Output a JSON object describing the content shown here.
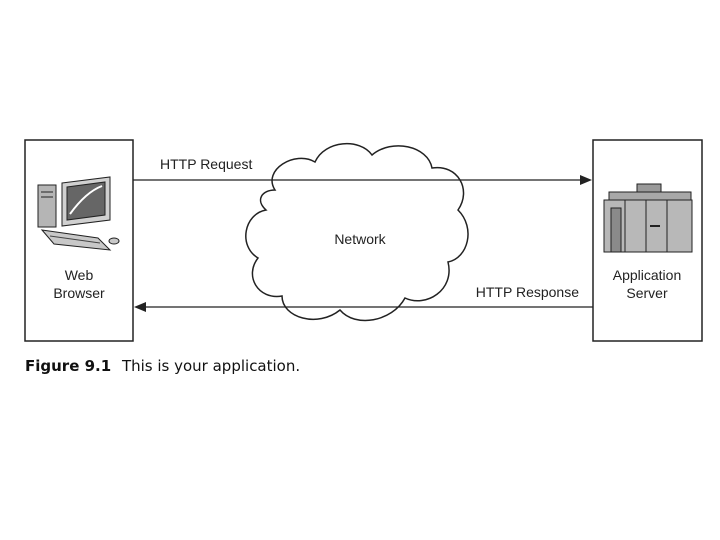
{
  "diagram": {
    "nodes": {
      "client": {
        "line1": "Web",
        "line2": "Browser",
        "icon": "desktop-computer-icon"
      },
      "server": {
        "line1": "Application",
        "line2": "Server",
        "icon": "server-rack-icon"
      },
      "network": {
        "label": "Network",
        "icon": "cloud-icon"
      }
    },
    "edges": {
      "request": {
        "label": "HTTP Request",
        "from": "client",
        "to": "server"
      },
      "response": {
        "label": "HTTP Response",
        "from": "server",
        "to": "client"
      }
    }
  },
  "caption": {
    "figure": "Figure 9.1",
    "text": "This is your application."
  },
  "colors": {
    "line": "#222222",
    "shade": "#9a9a9a",
    "background": "#ffffff"
  }
}
